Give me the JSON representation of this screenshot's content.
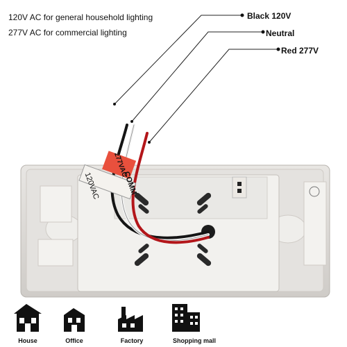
{
  "notes": {
    "line1": "120V AC for general household lighting",
    "line2": "277V AC for commercial lighting"
  },
  "wires": {
    "black": "Black 120V",
    "neutral": "Neutral",
    "red": "Red 277V"
  },
  "device": {
    "comm_label": "COMM",
    "v120_label": "120VAC",
    "v277_label": "277VAC"
  },
  "applications": [
    {
      "label": "House",
      "icon": "house-icon"
    },
    {
      "label": "Office",
      "icon": "office-icon"
    },
    {
      "label": "Factory",
      "icon": "factory-icon"
    },
    {
      "label": "Shopping mall",
      "icon": "shopping-mall-icon"
    }
  ]
}
